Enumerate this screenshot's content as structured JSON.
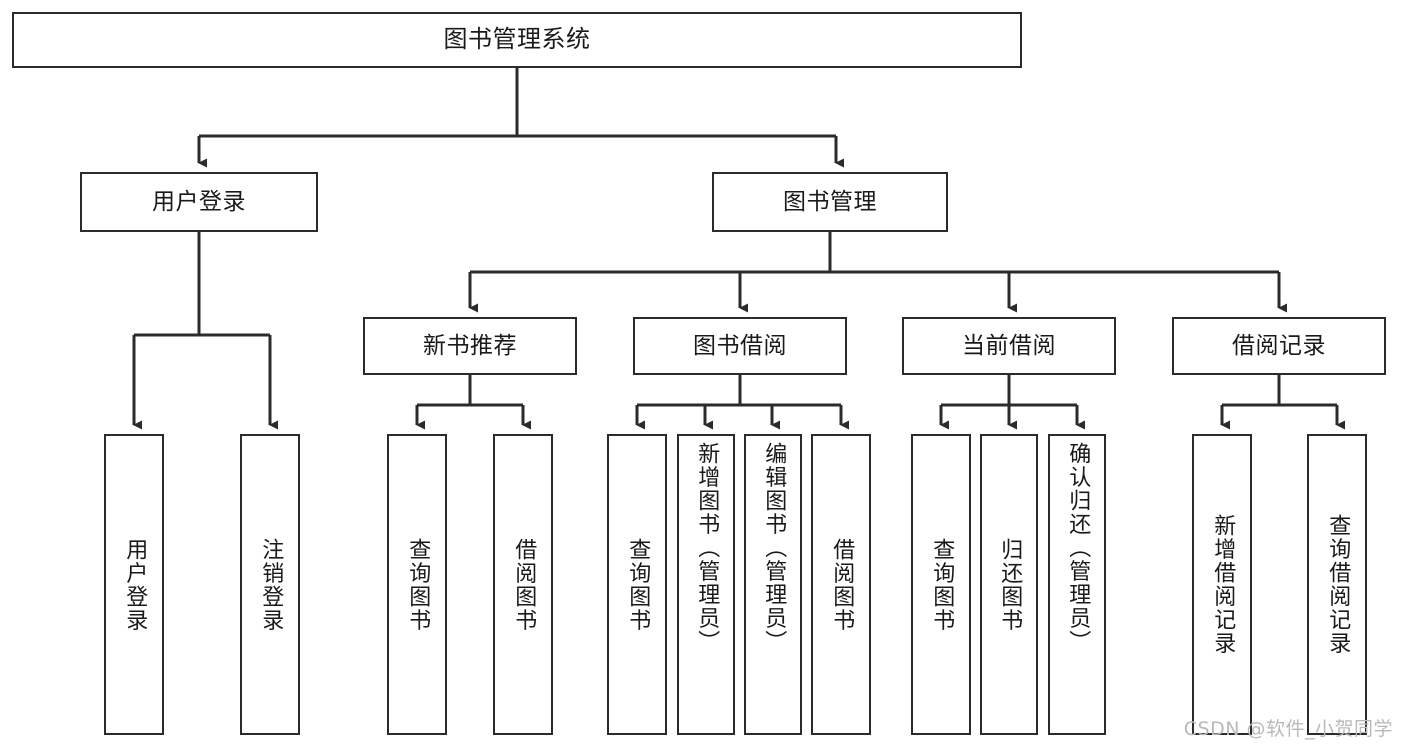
{
  "diagram": {
    "title": "图书管理系统",
    "type": "tree-hierarchy",
    "watermark": "CSDN @软件_小贺同学",
    "colors": {
      "line": "#2b2b2b",
      "box_border": "#2b2b2b",
      "box_fill": "#ffffff",
      "text": "#1a1a1a",
      "watermark": "#b9b9b9"
    },
    "nodes": {
      "root": {
        "label": "图书管理系统"
      },
      "level2": [
        {
          "label": "用户登录"
        },
        {
          "label": "图书管理"
        }
      ],
      "level3": [
        {
          "label": "新书推荐"
        },
        {
          "label": "图书借阅"
        },
        {
          "label": "当前借阅"
        },
        {
          "label": "借阅记录"
        }
      ],
      "leaves": {
        "user_login": [
          {
            "label": "用户登录"
          },
          {
            "label": "注销登录"
          }
        ],
        "new_book_recommend": [
          {
            "label": "查询图书"
          },
          {
            "label": "借阅图书"
          }
        ],
        "book_borrow": [
          {
            "label": "查询图书"
          },
          {
            "label": "新增图书（管理员）"
          },
          {
            "label": "编辑图书（管理员）"
          },
          {
            "label": "借阅图书"
          }
        ],
        "current_borrow": [
          {
            "label": "查询图书"
          },
          {
            "label": "归还图书"
          },
          {
            "label": "确认归还（管理员）"
          }
        ],
        "borrow_record": [
          {
            "label": "新增借阅记录"
          },
          {
            "label": "查询借阅记录"
          }
        ]
      }
    }
  }
}
